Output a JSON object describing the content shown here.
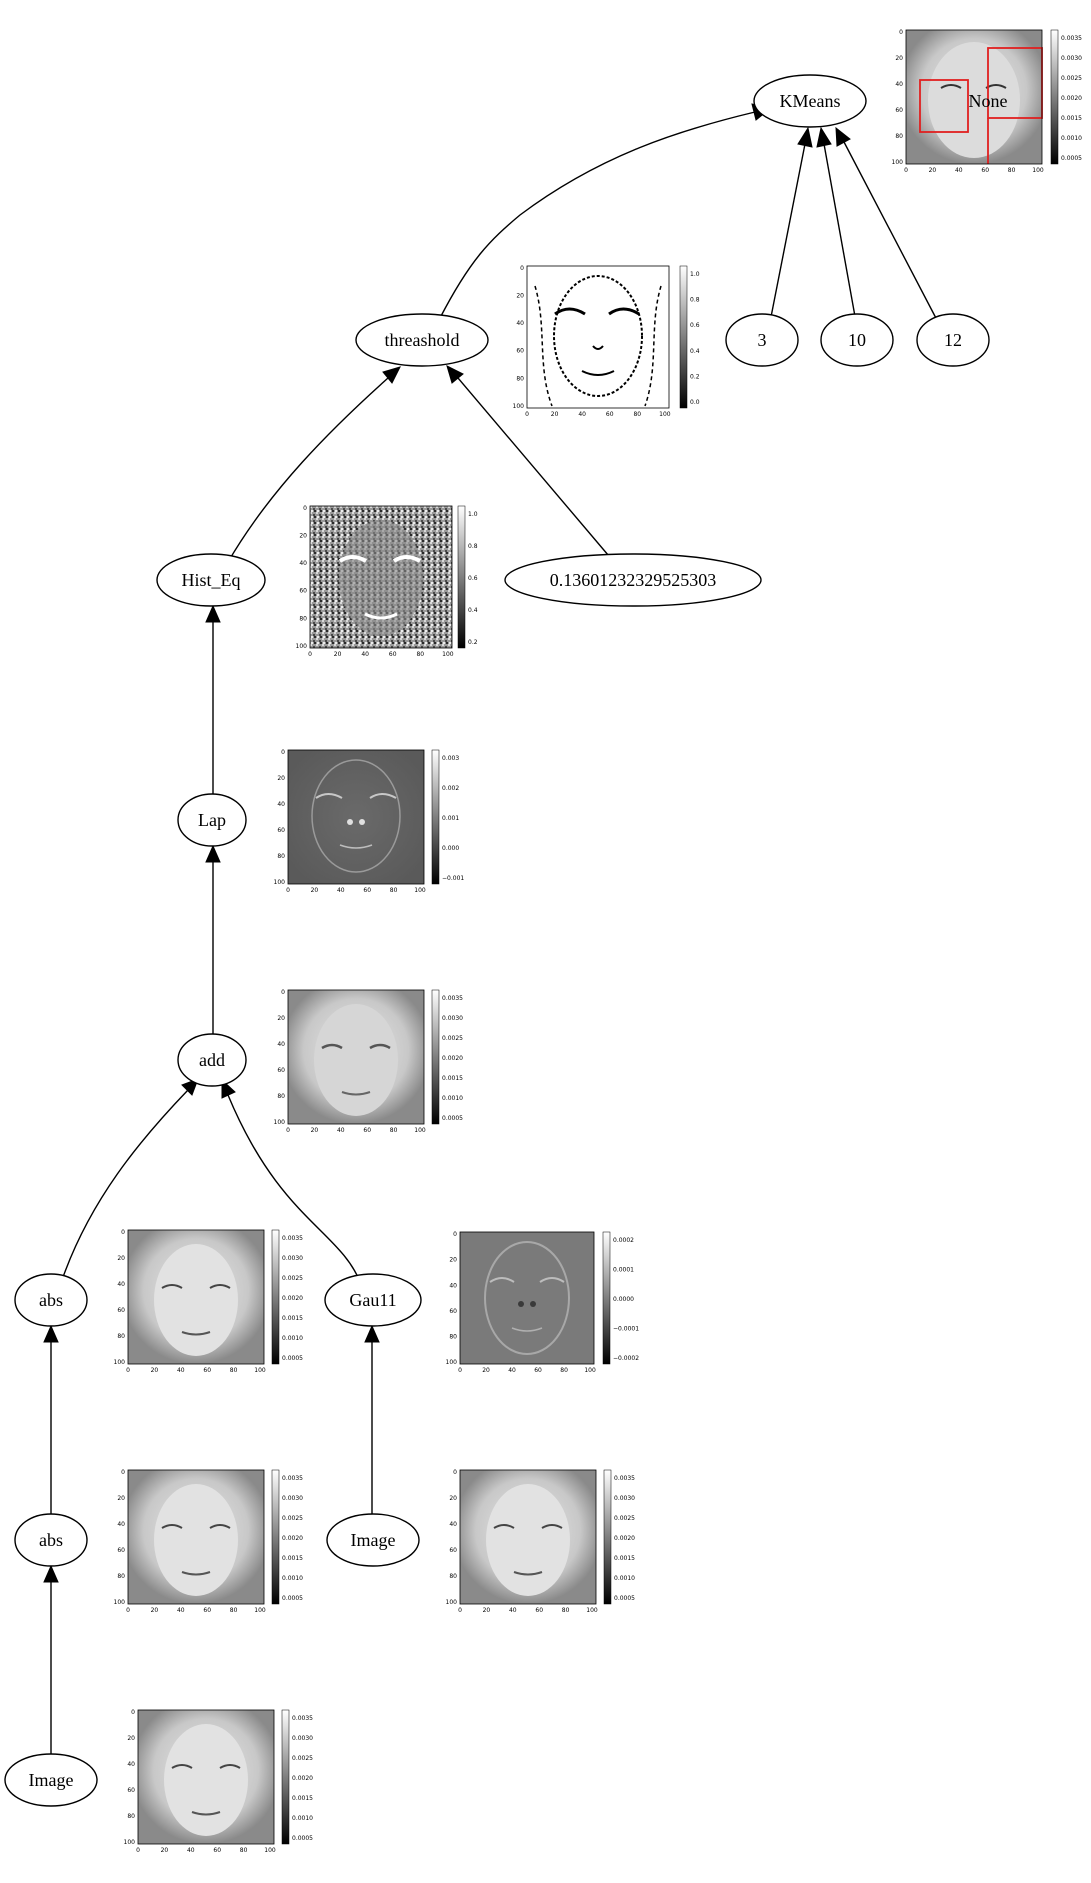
{
  "nodes": {
    "kmeans": "KMeans",
    "none": "None",
    "threashold": "threashold",
    "k3": "3",
    "k10": "10",
    "k12": "12",
    "hist_eq": "Hist_Eq",
    "const": "0.13601232329525303",
    "lap": "Lap",
    "add": "add",
    "abs1": "abs",
    "gau11": "Gau11",
    "abs2": "abs",
    "image1": "Image",
    "image2": "Image"
  },
  "axis_ticks": [
    "0",
    "20",
    "40",
    "60",
    "80",
    "100"
  ],
  "colorbars": {
    "kmeans": [
      "0.0035",
      "0.0030",
      "0.0025",
      "0.0020",
      "0.0015",
      "0.0010",
      "0.0005"
    ],
    "threashold": [
      "1.0",
      "0.8",
      "0.6",
      "0.4",
      "0.2",
      "0.0"
    ],
    "hist_eq": [
      "1.0",
      "0.8",
      "0.6",
      "0.4",
      "0.2"
    ],
    "lap": [
      "0.003",
      "0.002",
      "0.001",
      "0.000",
      "−0.001"
    ],
    "add": [
      "0.0035",
      "0.0030",
      "0.0025",
      "0.0020",
      "0.0015",
      "0.0010",
      "0.0005"
    ],
    "abs1": [
      "0.0035",
      "0.0030",
      "0.0025",
      "0.0020",
      "0.0015",
      "0.0010",
      "0.0005"
    ],
    "gau11": [
      "0.0002",
      "0.0001",
      "0.0000",
      "−0.0001",
      "−0.0002"
    ],
    "abs2": [
      "0.0035",
      "0.0030",
      "0.0025",
      "0.0020",
      "0.0015",
      "0.0010",
      "0.0005"
    ],
    "image2": [
      "0.0035",
      "0.0030",
      "0.0025",
      "0.0020",
      "0.0015",
      "0.0010",
      "0.0005"
    ],
    "image1": [
      "0.0035",
      "0.0030",
      "0.0025",
      "0.0020",
      "0.0015",
      "0.0010",
      "0.0005"
    ]
  },
  "colors": {
    "bbox_red": "#e02020",
    "edge": "#000000"
  }
}
